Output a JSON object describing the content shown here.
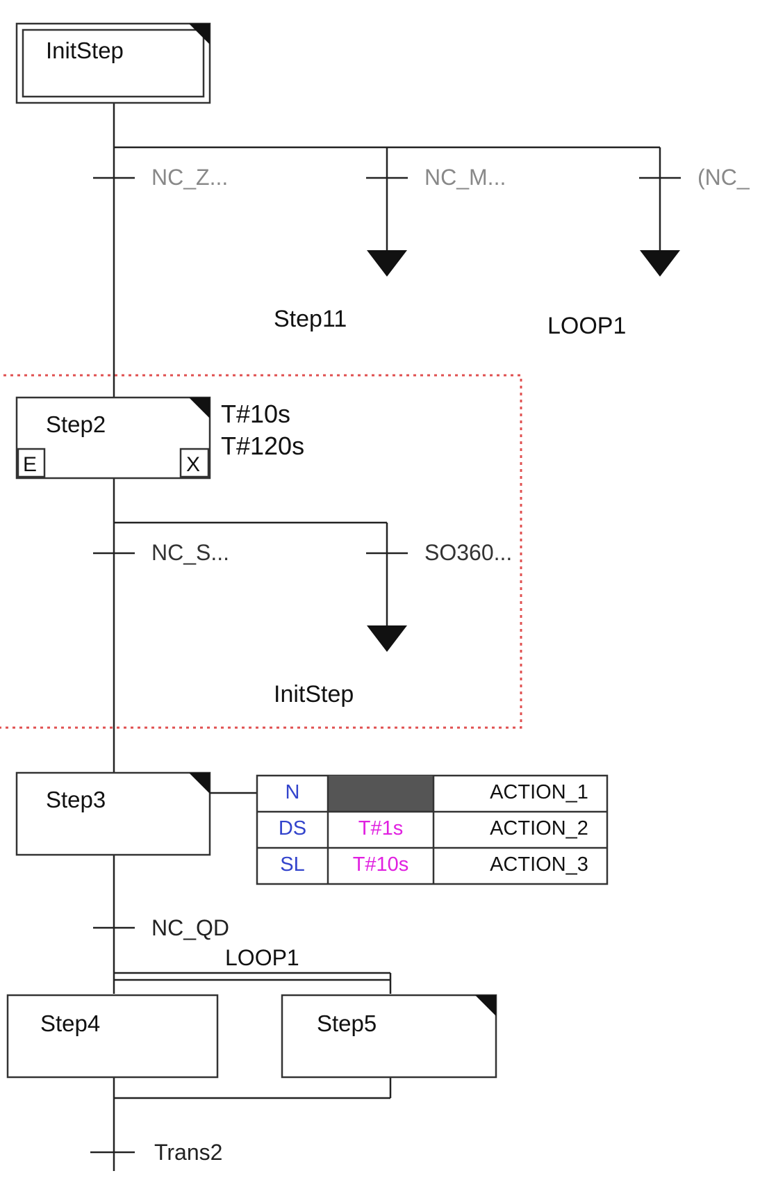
{
  "colors": {
    "line": "#222222",
    "box_border": "#333333",
    "transition_text": "#888888",
    "label_text": "#111111",
    "qualifier_text": "#3344cc",
    "time_text": "#e020e0",
    "action_text": "#111111",
    "selection_border": "#e05050",
    "filled_cell": "#555555"
  },
  "steps": {
    "init_step": {
      "name": "InitStep"
    },
    "step2": {
      "name": "Step2",
      "time_min": "T#10s",
      "time_max": "T#120s",
      "entry_marker": "E",
      "exit_marker": "X"
    },
    "step3": {
      "name": "Step3"
    },
    "step4": {
      "name": "Step4"
    },
    "step5": {
      "name": "Step5"
    }
  },
  "transitions": {
    "t_nc_z": "NC_Z...",
    "t_nc_m": "NC_M...",
    "t_nc_paren": "(NC_",
    "t_nc_s": "NC_S...",
    "t_so360": "SO360...",
    "t_nc_qd": "NC_QD",
    "t_trans2": "Trans2"
  },
  "jumps": {
    "jump_step11": "Step11",
    "jump_loop1": "LOOP1",
    "jump_initstep": "InitStep"
  },
  "label_loop1": "LOOP1",
  "actions": [
    {
      "qualifier": "N",
      "time": "",
      "name": "ACTION_1"
    },
    {
      "qualifier": "DS",
      "time": "T#1s",
      "name": "ACTION_2"
    },
    {
      "qualifier": "SL",
      "time": "T#10s",
      "name": "ACTION_3"
    }
  ]
}
